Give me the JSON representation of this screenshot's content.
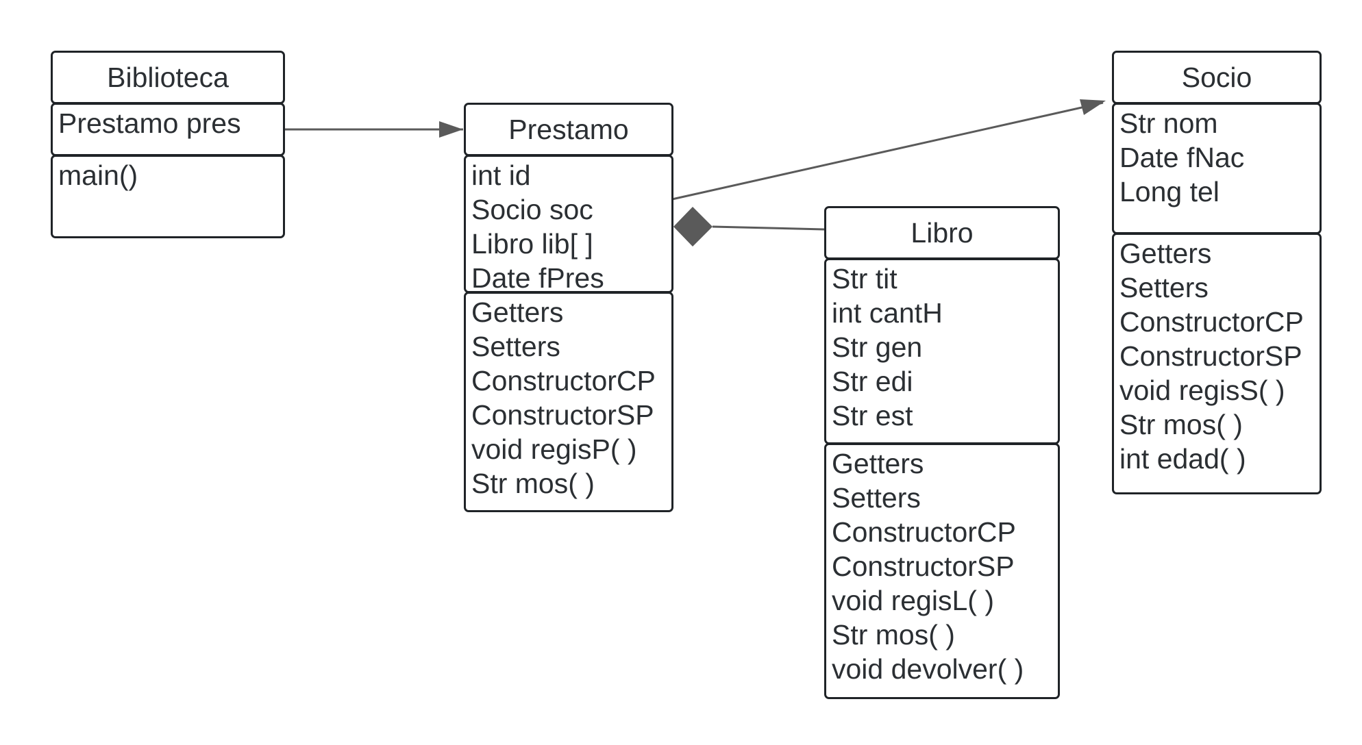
{
  "classes": {
    "biblioteca": {
      "name": "Biblioteca",
      "attributes": [
        "Prestamo pres"
      ],
      "methods": [
        "main()"
      ]
    },
    "prestamo": {
      "name": "Prestamo",
      "attributes": [
        "int id",
        "Socio soc",
        "Libro lib[ ]",
        "Date fPres"
      ],
      "methods": [
        "Getters",
        "Setters",
        "ConstructorCP",
        "ConstructorSP",
        "void regisP( )",
        "Str mos( )"
      ]
    },
    "libro": {
      "name": "Libro",
      "attributes": [
        "Str tit",
        "int cantH",
        "Str gen",
        "Str edi",
        "Str est"
      ],
      "methods": [
        "Getters",
        "Setters",
        "ConstructorCP",
        "ConstructorSP",
        "void regisL( )",
        "Str mos( )",
        "void devolver( )"
      ]
    },
    "socio": {
      "name": "Socio",
      "attributes": [
        "Str nom",
        "Date fNac",
        "Long tel"
      ],
      "methods": [
        "Getters",
        "Setters",
        "ConstructorCP",
        "ConstructorSP",
        "void regisS( )",
        "Str mos( )",
        "int edad( )"
      ]
    }
  },
  "relations": [
    {
      "from": "Biblioteca",
      "to": "Prestamo",
      "type": "association-arrow"
    },
    {
      "from": "Prestamo",
      "to": "Socio",
      "type": "association-arrow"
    },
    {
      "from": "Prestamo",
      "to": "Libro",
      "type": "composition"
    }
  ],
  "colors": {
    "border": "#1f2327",
    "text": "#2b2f33",
    "connector": "#5a5a5a"
  }
}
